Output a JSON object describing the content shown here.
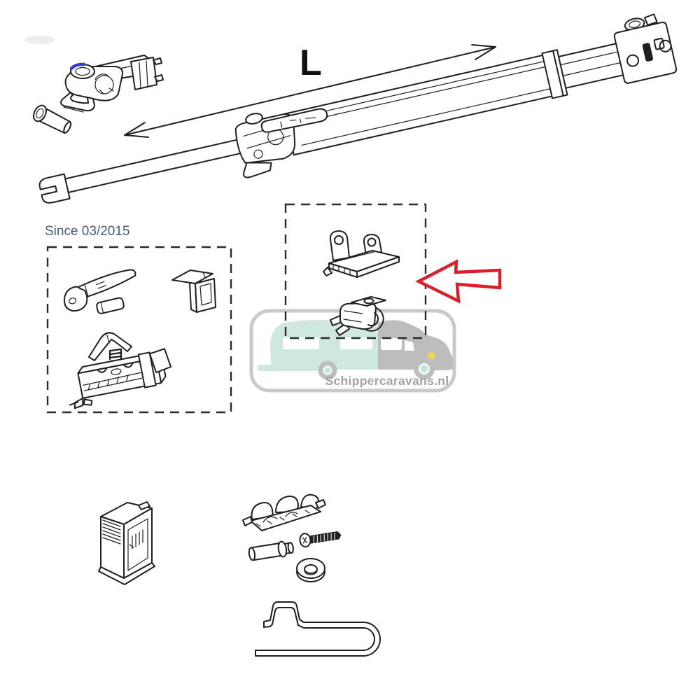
{
  "image": {
    "kind": "caravan-awning-exploded-parts-diagram",
    "labels": {
      "length_dimension": "L",
      "since_note": "Since 03/2015"
    },
    "watermark": {
      "text": "Schippercaravans.nl"
    },
    "colors": {
      "line": "#1f1f1f",
      "dashed_box": "#2b2b2b",
      "red_arrow": "#d9202a",
      "blue_highlight": "#3a3ad0",
      "since_text": "#4b5d73",
      "watermark_border": "#c9c9c9",
      "watermark_caravan": "#cfe7e1",
      "watermark_van": "#bdbdbd",
      "watermark_text": "#a2a2a2",
      "watermark_headlight": "#eed34f",
      "watermark_wheel_hub": "#c2e4de",
      "watermark_window": "#ffffff"
    },
    "parts": [
      "shoulder-joint-assembly",
      "clevis-pin",
      "telescopic-arm",
      "arm-end-bracket",
      "length-dimension-arrow",
      "lever-handle",
      "retainer-bracket",
      "roll-pin",
      "leaf-spring",
      "coil-spring",
      "slider-housing",
      "hinge-bracket",
      "clamp-knuckle",
      "red-pointer-arrow",
      "end-cap-housing",
      "saddle-bracket",
      "mounting-screw",
      "rivet-pin",
      "washer",
      "tension-clip"
    ]
  }
}
